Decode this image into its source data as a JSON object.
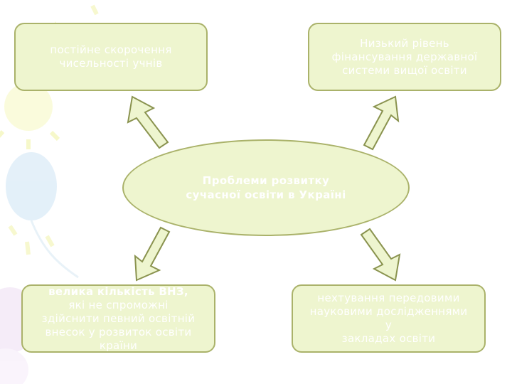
{
  "colors": {
    "box_fill": "#eef5cf",
    "box_border": "#aab26a",
    "text": "#ffffff",
    "arrow_fill": "#eef5cf",
    "arrow_stroke": "#8a934f"
  },
  "center": {
    "lines": [
      "Проблеми розвитку",
      "сучасної освіти в Україні"
    ]
  },
  "boxes": {
    "top_left": {
      "lines": [
        "постійне скорочення",
        "чисельності учнів"
      ]
    },
    "top_right": {
      "lines": [
        "Низький рівень",
        "фінансування державної",
        "системи вищої освіти"
      ]
    },
    "bottom_left": {
      "lines": [
        "велика кількість ВНЗ,",
        "які не спроможні",
        "здійснити певний освітній",
        "внесок у розвиток освіти",
        "країни"
      ]
    },
    "bottom_right": {
      "lines": [
        "нехтування передовими",
        "науковими дослідженнями",
        "у",
        "закладах освіти"
      ]
    }
  },
  "decor_icons": [
    "balloon-icon",
    "sun-icon",
    "star-icon",
    "sparkle-icon"
  ]
}
